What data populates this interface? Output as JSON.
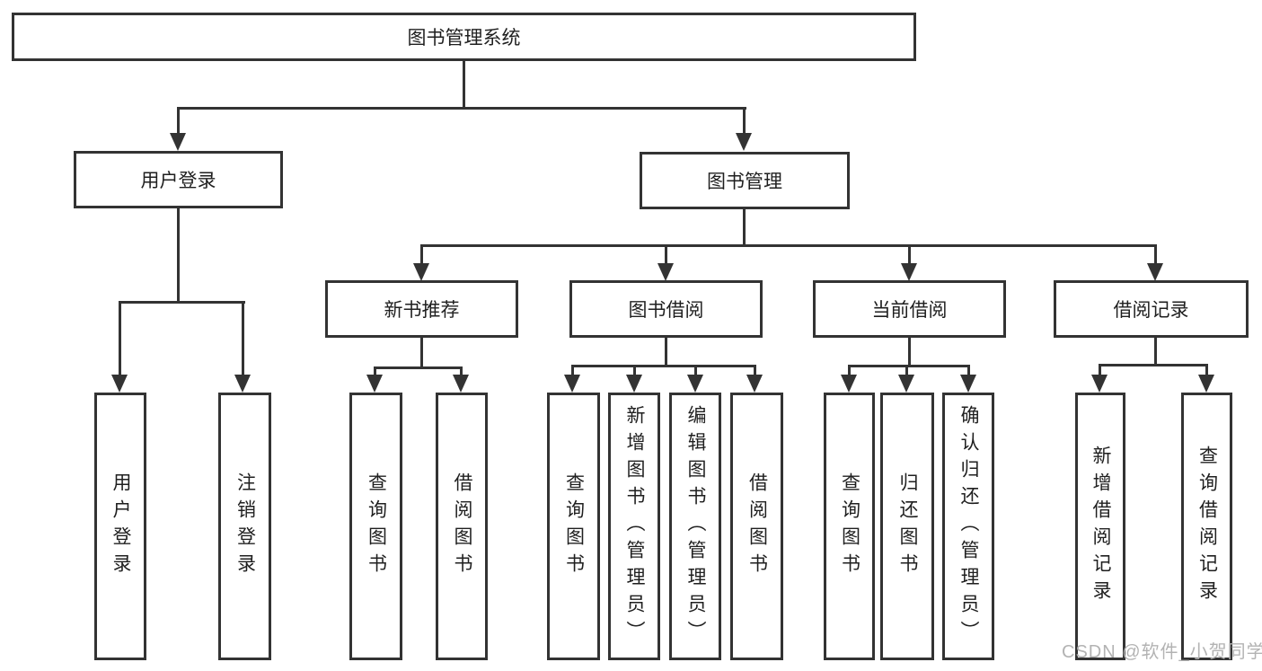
{
  "tree": {
    "root": {
      "label": "图书管理系统"
    },
    "branches": [
      {
        "label": "用户登录",
        "children": [
          {
            "label": "用户登录"
          },
          {
            "label": "注销登录"
          }
        ]
      },
      {
        "label": "图书管理",
        "children": [
          {
            "label": "新书推荐",
            "children": [
              {
                "label": "查询图书"
              },
              {
                "label": "借阅图书"
              }
            ]
          },
          {
            "label": "图书借阅",
            "children": [
              {
                "label": "查询图书"
              },
              {
                "label": "新增图书（管理员）"
              },
              {
                "label": "编辑图书（管理员）"
              },
              {
                "label": "借阅图书"
              }
            ]
          },
          {
            "label": "当前借阅",
            "children": [
              {
                "label": "查询图书"
              },
              {
                "label": "归还图书"
              },
              {
                "label": "确认归还（管理员）"
              }
            ]
          },
          {
            "label": "借阅记录",
            "children": [
              {
                "label": "新增借阅记录"
              },
              {
                "label": "查询借阅记录"
              }
            ]
          }
        ]
      }
    ]
  },
  "watermark": "CSDN @软件_小贺同学",
  "colors": {
    "line": "#333333",
    "text": "#1f1f1f",
    "watermark": "#b3b3b3",
    "background": "#ffffff"
  }
}
